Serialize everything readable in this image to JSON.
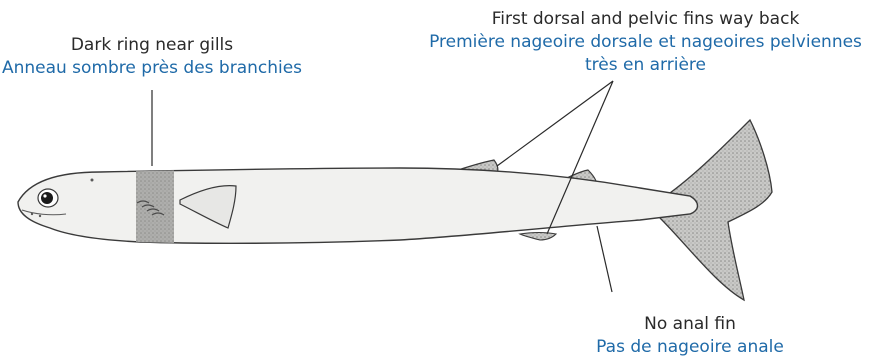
{
  "labels": {
    "gills": {
      "en": "Dark ring near gills",
      "fr": "Anneau sombre près des branchies"
    },
    "fins": {
      "en": "First dorsal and pelvic fins way back",
      "fr_line1": "Première nageoire dorsale et nageoires pelviennes",
      "fr_line2": "très en arrière"
    },
    "anal": {
      "en": "No anal fin",
      "fr": "Pas de nageoire anale"
    }
  },
  "colors": {
    "english_text": "#2a2a2a",
    "french_text": "#1f6aa8",
    "body_fill": "#f1f1ef",
    "outline": "#3a3a3a",
    "dark_ring": "#9a9a98",
    "fin_tint": "#c9c9c7"
  }
}
